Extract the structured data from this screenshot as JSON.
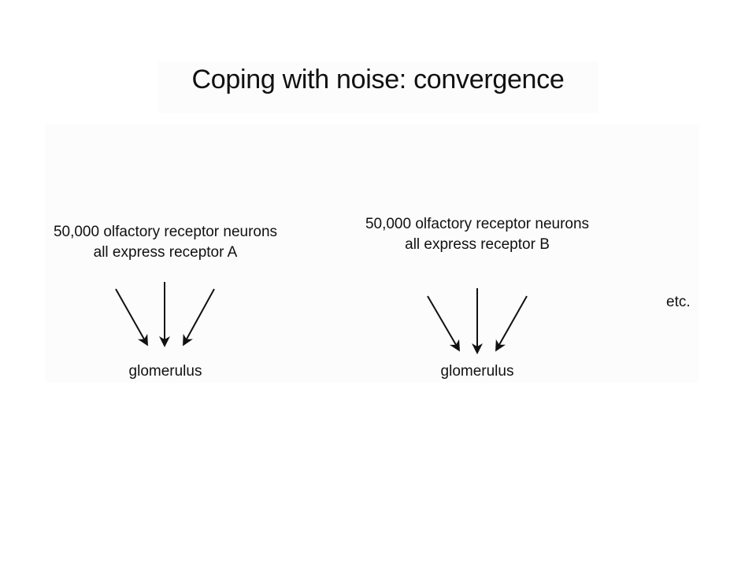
{
  "title": "Coping with noise:  convergence",
  "groups": [
    {
      "line1": "50,000 olfactory receptor neurons",
      "line2": "all express receptor A",
      "target": "glomerulus"
    },
    {
      "line1": "50,000 olfactory receptor neurons",
      "line2": "all express receptor B",
      "target": "glomerulus"
    }
  ],
  "continuation": "etc."
}
